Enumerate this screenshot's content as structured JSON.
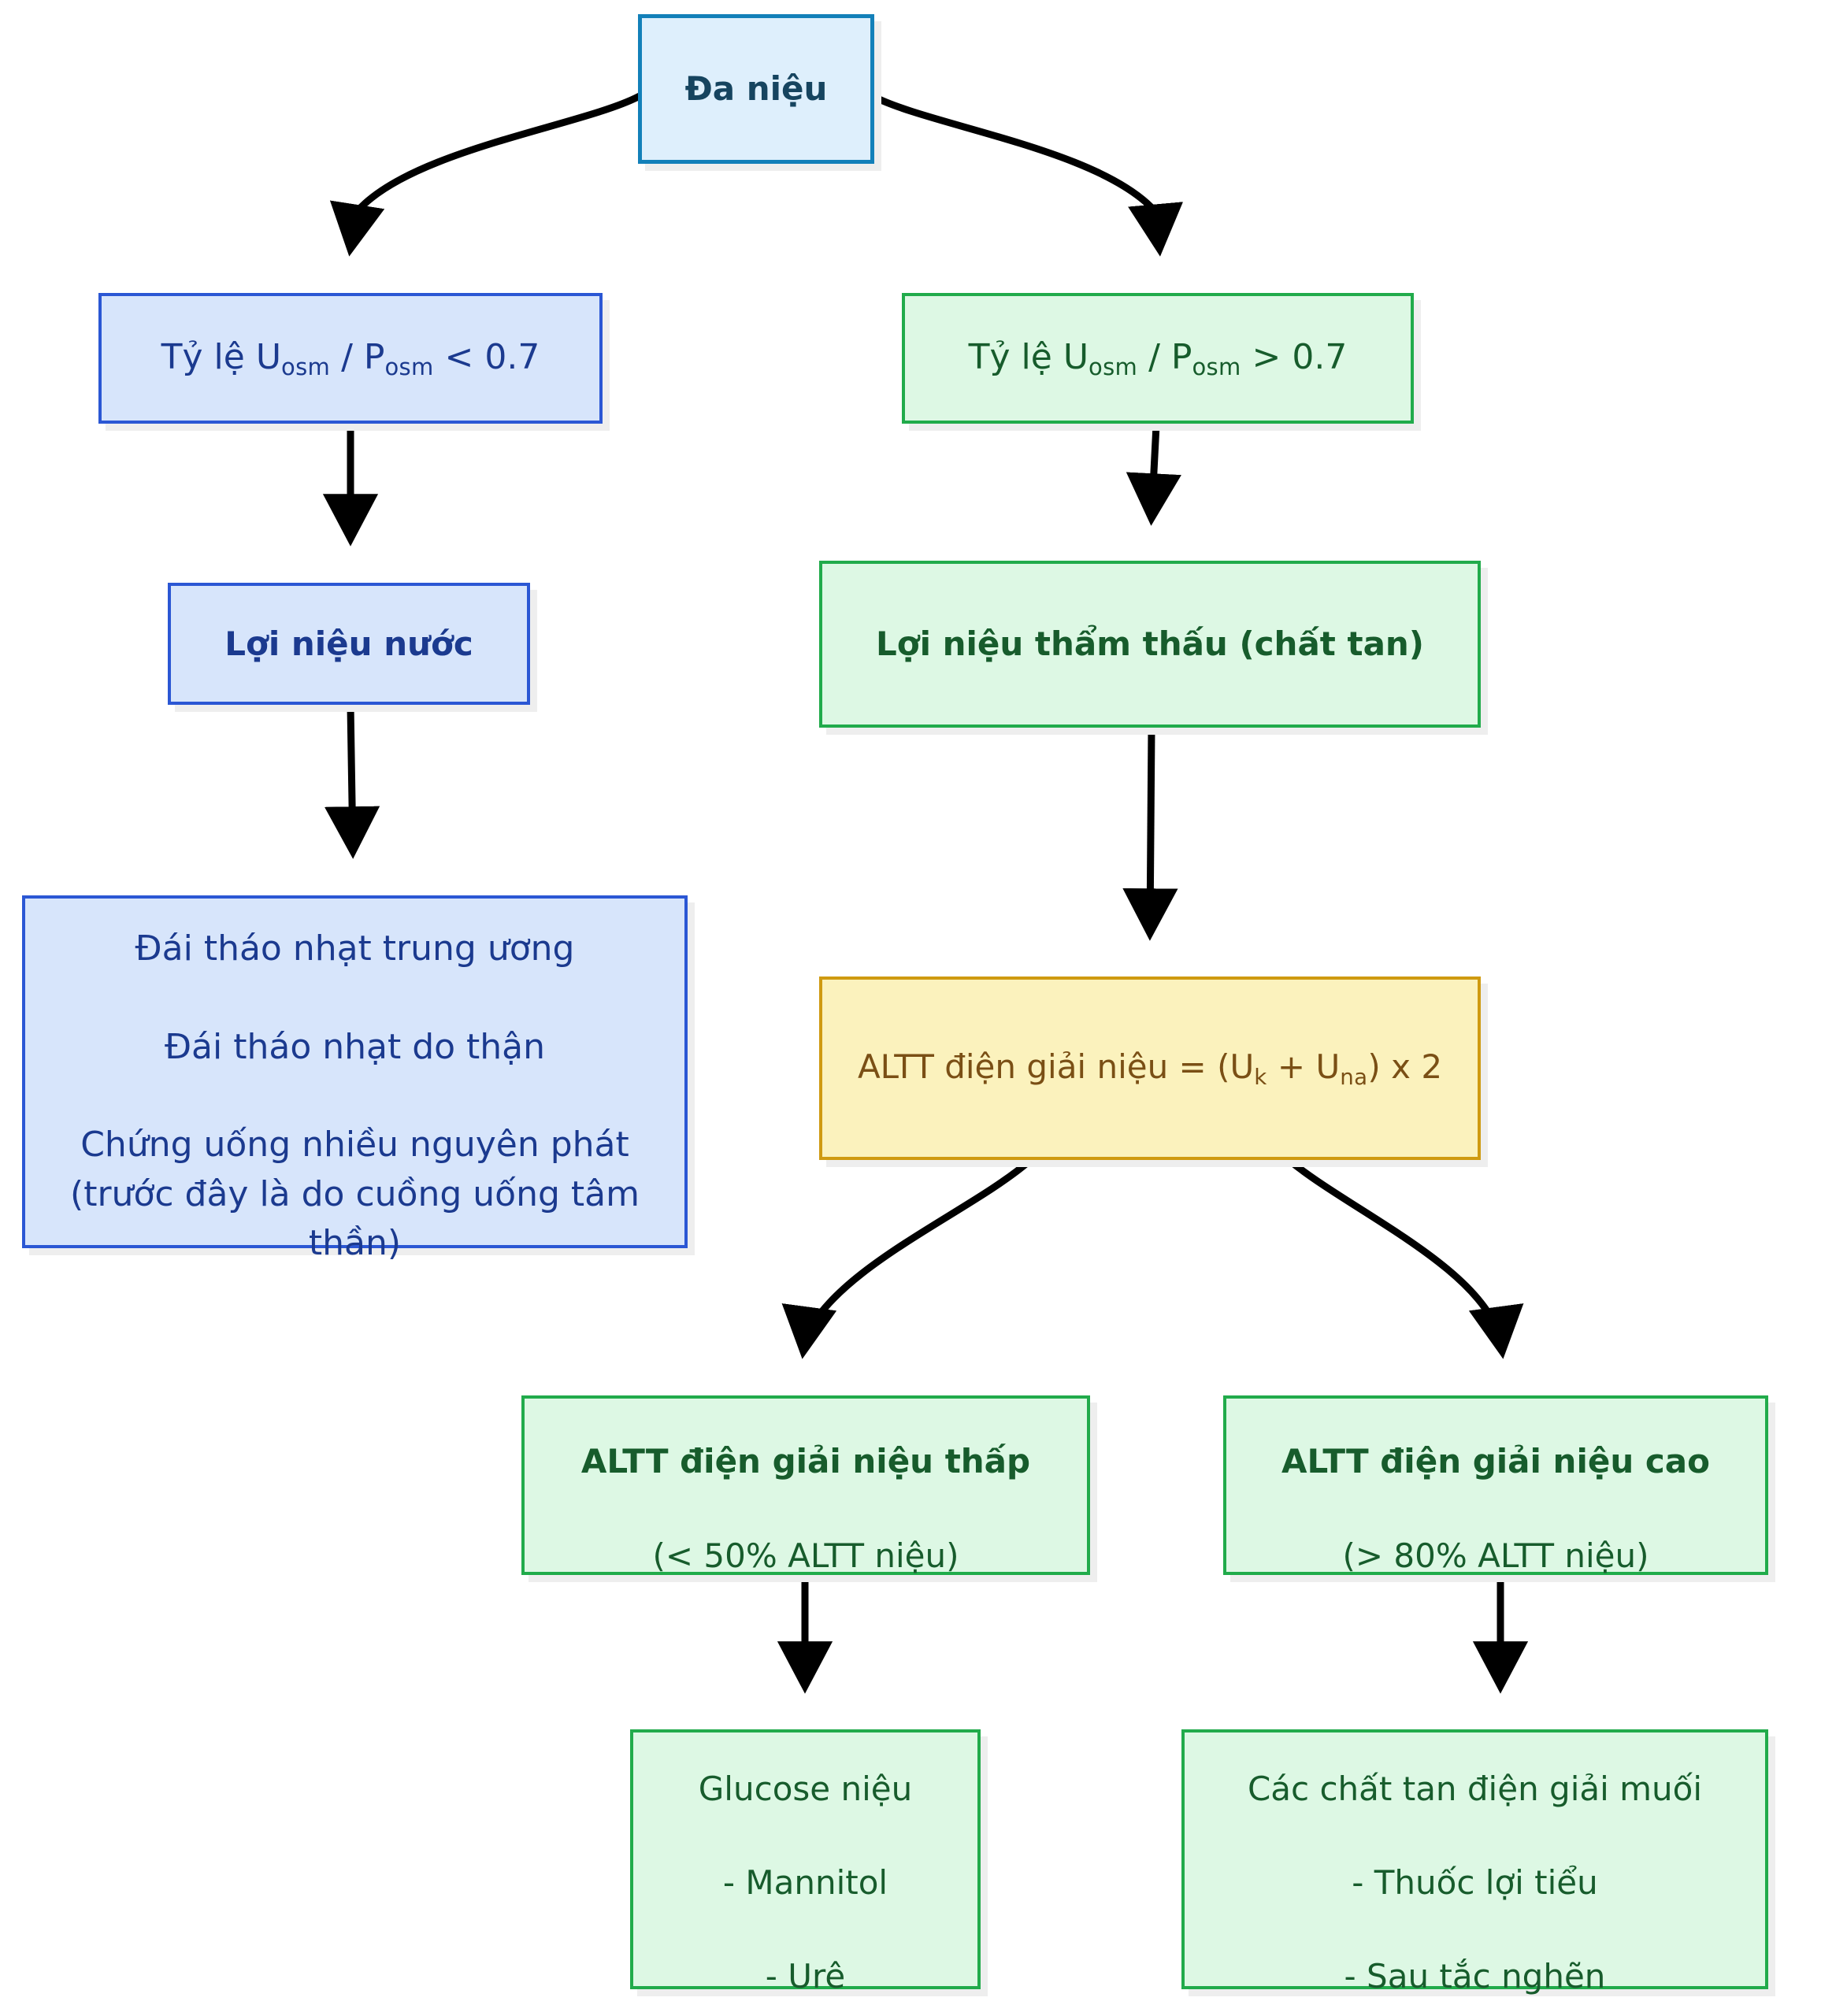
{
  "diagram": {
    "title": "Tiếp cận chẩn đoán Đa niệu",
    "type": "flowchart",
    "direction": "top-down",
    "palette": {
      "root_fill": "#deeffc",
      "root_border": "#1380b9",
      "root_text": "#16445f",
      "blue_fill": "#d7e5fb",
      "blue_border": "#2b57d4",
      "blue_text": "#1b3a8f",
      "green_fill": "#ddf8e4",
      "green_border": "#21ab4b",
      "green_text": "#175c2c",
      "amber_fill": "#fbf2bd",
      "amber_border": "#cf9a11",
      "amber_text": "#7a4f15",
      "edge": "#000000",
      "shadow": "#eeeeee"
    }
  },
  "nodes": {
    "root": {
      "label": "Đa niệu"
    },
    "ratio_low": {
      "prefix": "Tỷ lệ U",
      "sub1": "osm",
      "mid": " / P",
      "sub2": "osm",
      "suffix": " < 0.7"
    },
    "ratio_high": {
      "prefix": "Tỷ lệ U",
      "sub1": "osm",
      "mid": " / P",
      "sub2": "osm",
      "suffix": " > 0.7"
    },
    "water_diuresis": {
      "label": "Lợi niệu nước"
    },
    "osmotic_diuresis": {
      "label": "Lợi niệu thẩm thấu (chất tan)"
    },
    "causes": {
      "line1": "Đái tháo nhạt trung ương",
      "line2": "Đái tháo nhạt do thận",
      "line3": "Chứng uống nhiều nguyên phát (trước đây là do cuồng uống tâm thần)"
    },
    "formula": {
      "prefix": "ALTT điện giải niệu = (U",
      "sub1": "k",
      "mid": " + U",
      "sub2": "na",
      "suffix": ") x 2"
    },
    "low_electrolyte": {
      "line1": "ALTT điện giải niệu thấp",
      "line2": "(< 50% ALTT niệu)"
    },
    "high_electrolyte": {
      "line1": "ALTT điện giải niệu cao",
      "line2": "(> 80% ALTT niệu)"
    },
    "glucose_causes": {
      "line1": "Glucose niệu",
      "line2": "- Mannitol",
      "line3": "- Urê"
    },
    "salt_causes": {
      "line1": "Các chất tan điện giải muối",
      "line2": "- Thuốc lợi tiểu",
      "line3": "- Sau tắc nghẽn"
    }
  },
  "edges": [
    {
      "from": "root",
      "to": "ratio_low",
      "style": "curved-arrow"
    },
    {
      "from": "root",
      "to": "ratio_high",
      "style": "curved-arrow"
    },
    {
      "from": "ratio_low",
      "to": "water_diuresis",
      "style": "straight-arrow"
    },
    {
      "from": "water_diuresis",
      "to": "causes",
      "style": "straight-arrow"
    },
    {
      "from": "ratio_high",
      "to": "osmotic_diuresis",
      "style": "straight-arrow"
    },
    {
      "from": "osmotic_diuresis",
      "to": "formula",
      "style": "straight-arrow"
    },
    {
      "from": "formula",
      "to": "low_electrolyte",
      "style": "curved-arrow"
    },
    {
      "from": "formula",
      "to": "high_electrolyte",
      "style": "curved-arrow"
    },
    {
      "from": "low_electrolyte",
      "to": "glucose_causes",
      "style": "straight-arrow"
    },
    {
      "from": "high_electrolyte",
      "to": "salt_causes",
      "style": "straight-arrow"
    }
  ]
}
